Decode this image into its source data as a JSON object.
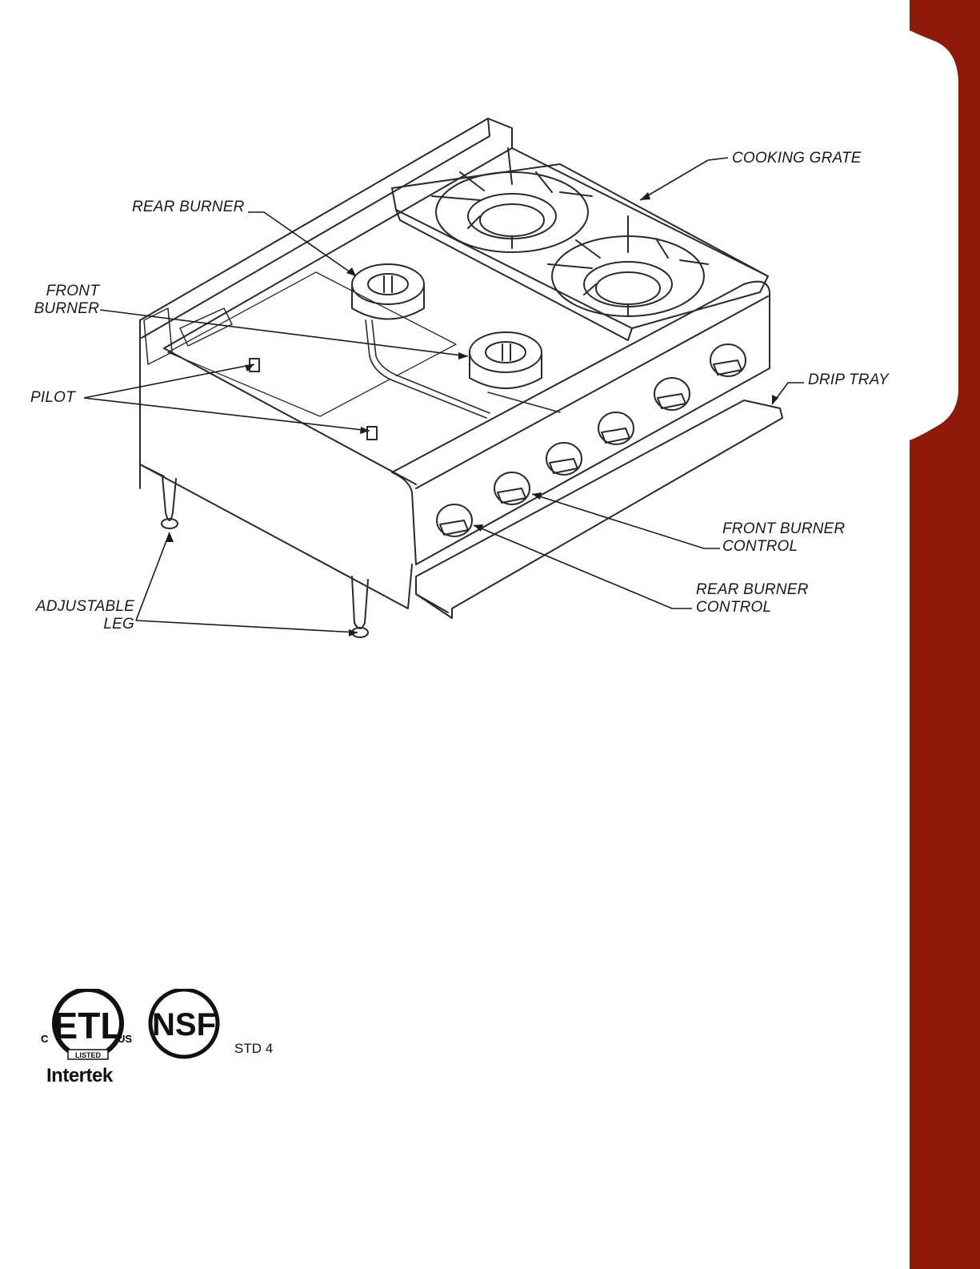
{
  "callouts": {
    "cooking_grate": "COOKING GRATE",
    "rear_burner": "REAR BURNER",
    "front_burner_l1": "FRONT",
    "front_burner_l2": "BURNER",
    "pilot": "PILOT",
    "drip_tray": "DRIP TRAY",
    "front_burner_control_l1": "FRONT BURNER",
    "front_burner_control_l2": "CONTROL",
    "rear_burner_control_l1": "REAR BURNER",
    "rear_burner_control_l2": "CONTROL",
    "adjustable_leg_l1": "ADJUSTABLE",
    "adjustable_leg_l2": "LEG"
  },
  "certifications": {
    "etl_logo": "ETL",
    "etl_listed": "LISTED",
    "etl_c": "C",
    "etl_us": "US",
    "intertek": "Intertek",
    "nsf_logo": "NSF",
    "nsf_standard": "STD 4"
  },
  "colors": {
    "side_band": "#8f1a0c",
    "line": "#2a2a2a"
  }
}
